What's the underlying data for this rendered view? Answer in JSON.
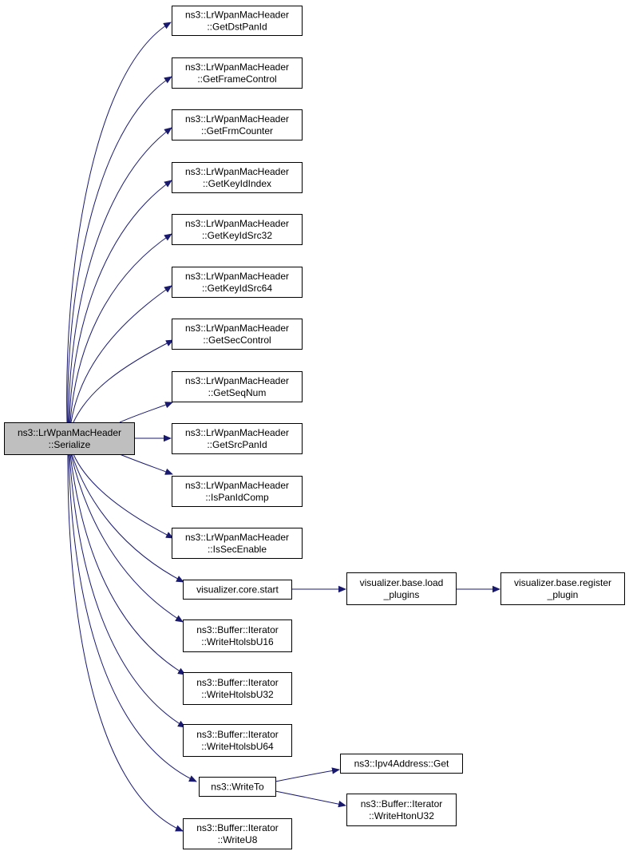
{
  "colors": {
    "edge": "#191970",
    "node_fill": "#ffffff",
    "root_fill": "#bfbfbf",
    "border": "#000000",
    "text": "#000000"
  },
  "graph": {
    "root": {
      "id": "serialize",
      "lines": [
        "ns3::LrWpanMacHeader",
        "::Serialize"
      ]
    },
    "nodes": [
      {
        "id": "getdstpanid",
        "lines": [
          "ns3::LrWpanMacHeader",
          "::GetDstPanId"
        ]
      },
      {
        "id": "getframecontrol",
        "lines": [
          "ns3::LrWpanMacHeader",
          "::GetFrameControl"
        ]
      },
      {
        "id": "getfrmcounter",
        "lines": [
          "ns3::LrWpanMacHeader",
          "::GetFrmCounter"
        ]
      },
      {
        "id": "getkeyidindex",
        "lines": [
          "ns3::LrWpanMacHeader",
          "::GetKeyIdIndex"
        ]
      },
      {
        "id": "getkeyidsrc32",
        "lines": [
          "ns3::LrWpanMacHeader",
          "::GetKeyIdSrc32"
        ]
      },
      {
        "id": "getkeyidsrc64",
        "lines": [
          "ns3::LrWpanMacHeader",
          "::GetKeyIdSrc64"
        ]
      },
      {
        "id": "getseccontrol",
        "lines": [
          "ns3::LrWpanMacHeader",
          "::GetSecControl"
        ]
      },
      {
        "id": "getseqnum",
        "lines": [
          "ns3::LrWpanMacHeader",
          "::GetSeqNum"
        ]
      },
      {
        "id": "getsrcpanid",
        "lines": [
          "ns3::LrWpanMacHeader",
          "::GetSrcPanId"
        ]
      },
      {
        "id": "ispanidcomp",
        "lines": [
          "ns3::LrWpanMacHeader",
          "::IsPanIdComp"
        ]
      },
      {
        "id": "issecenable",
        "lines": [
          "ns3::LrWpanMacHeader",
          "::IsSecEnable"
        ]
      },
      {
        "id": "coreStart",
        "lines": [
          "visualizer.core.start"
        ]
      },
      {
        "id": "loadPlugins",
        "lines": [
          "visualizer.base.load",
          "_plugins"
        ]
      },
      {
        "id": "registerPlugin",
        "lines": [
          "visualizer.base.register",
          "_plugin"
        ]
      },
      {
        "id": "writehtolsbu16",
        "lines": [
          "ns3::Buffer::Iterator",
          "::WriteHtolsbU16"
        ]
      },
      {
        "id": "writehtolsbu32",
        "lines": [
          "ns3::Buffer::Iterator",
          "::WriteHtolsbU32"
        ]
      },
      {
        "id": "writehtolsbu64",
        "lines": [
          "ns3::Buffer::Iterator",
          "::WriteHtolsbU64"
        ]
      },
      {
        "id": "writeto",
        "lines": [
          "ns3::WriteTo"
        ]
      },
      {
        "id": "ipv4get",
        "lines": [
          "ns3::Ipv4Address::Get"
        ]
      },
      {
        "id": "writehtonu32",
        "lines": [
          "ns3::Buffer::Iterator",
          "::WriteHtonU32"
        ]
      },
      {
        "id": "writeu8",
        "lines": [
          "ns3::Buffer::Iterator",
          "::WriteU8"
        ]
      }
    ],
    "edges": [
      [
        "serialize",
        "getdstpanid"
      ],
      [
        "serialize",
        "getframecontrol"
      ],
      [
        "serialize",
        "getfrmcounter"
      ],
      [
        "serialize",
        "getkeyidindex"
      ],
      [
        "serialize",
        "getkeyidsrc32"
      ],
      [
        "serialize",
        "getkeyidsrc64"
      ],
      [
        "serialize",
        "getseccontrol"
      ],
      [
        "serialize",
        "getseqnum"
      ],
      [
        "serialize",
        "getsrcpanid"
      ],
      [
        "serialize",
        "ispanidcomp"
      ],
      [
        "serialize",
        "issecenable"
      ],
      [
        "serialize",
        "coreStart"
      ],
      [
        "serialize",
        "writehtolsbu16"
      ],
      [
        "serialize",
        "writehtolsbu32"
      ],
      [
        "serialize",
        "writehtolsbu64"
      ],
      [
        "serialize",
        "writeto"
      ],
      [
        "serialize",
        "writeu8"
      ],
      [
        "coreStart",
        "loadPlugins"
      ],
      [
        "loadPlugins",
        "registerPlugin"
      ],
      [
        "writeto",
        "ipv4get"
      ],
      [
        "writeto",
        "writehtonu32"
      ]
    ]
  }
}
